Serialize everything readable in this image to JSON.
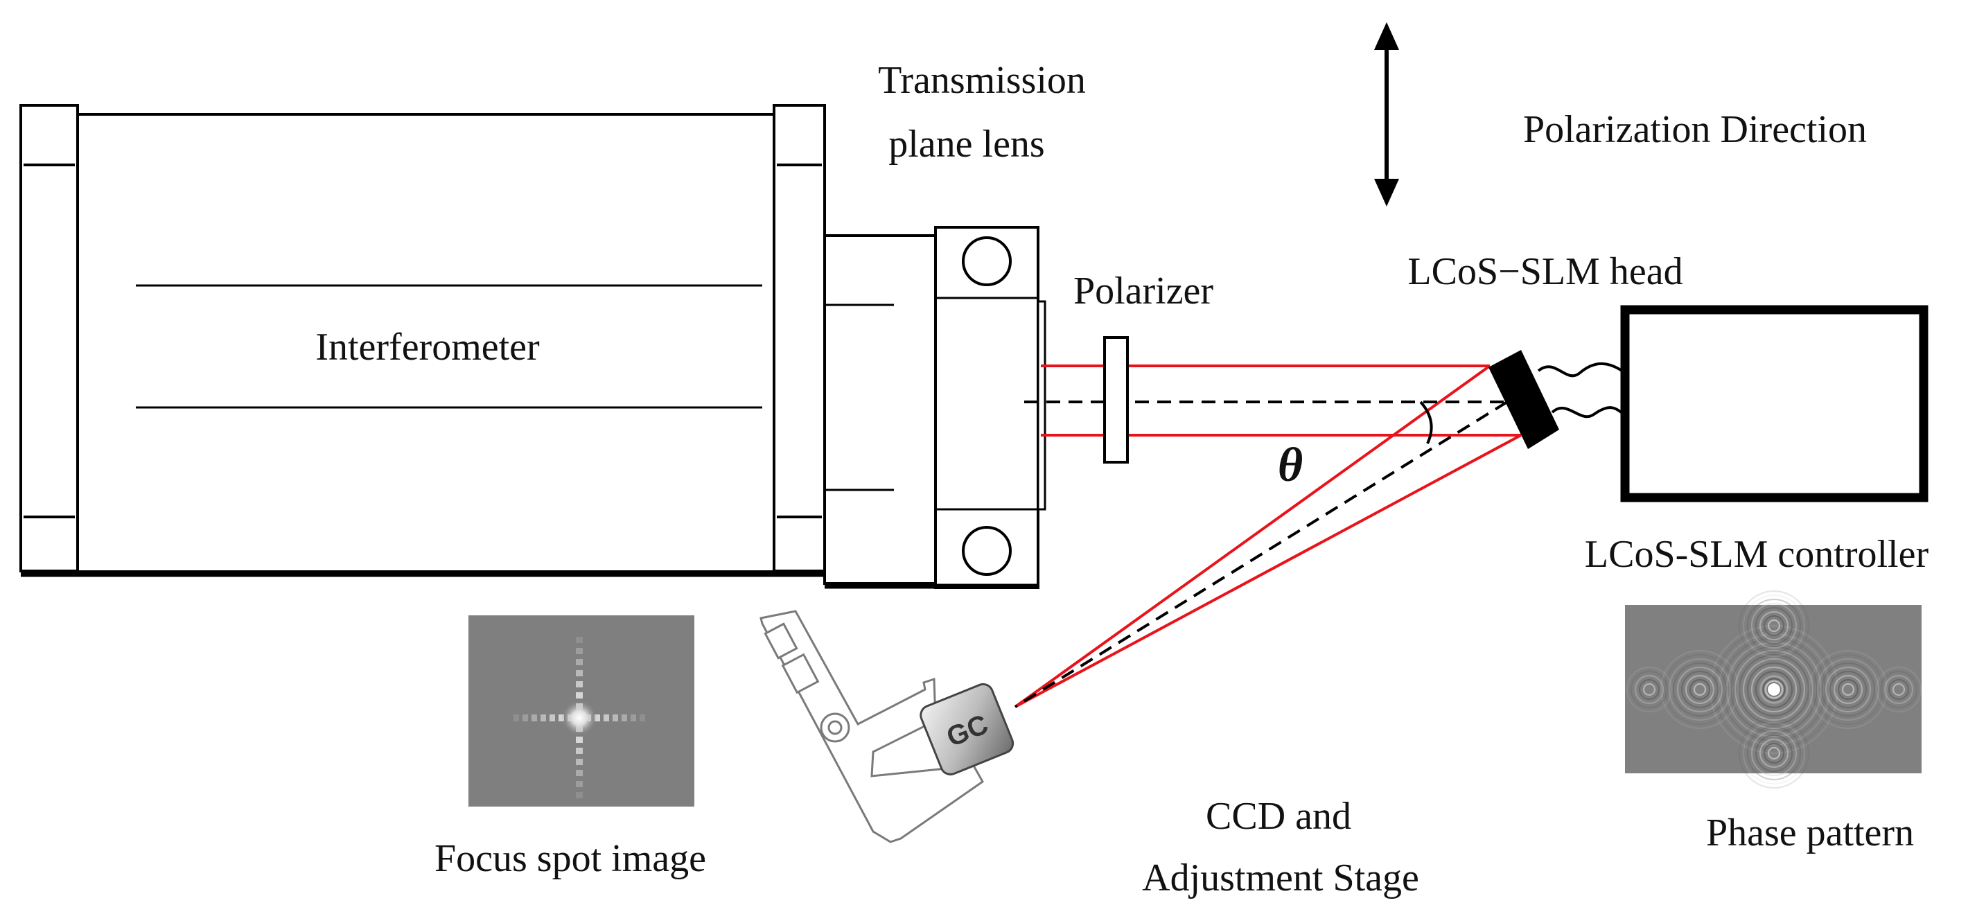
{
  "labels": {
    "interferometer": "Interferometer",
    "transmission_line1": "Transmission",
    "transmission_line2": "plane lens",
    "polarizer": "Polarizer",
    "polarization_direction": "Polarization Direction",
    "slm_head": "LCoS−SLM head",
    "slm_controller": "LCoS-SLM controller",
    "theta": "θ",
    "ccd_line1": "CCD and",
    "ccd_line2": "Adjustment Stage",
    "focus_spot": "Focus spot image",
    "phase_pattern": "Phase pattern"
  },
  "ccd_logo": "GC",
  "colors": {
    "beam": "#e8141b",
    "outline": "#000000",
    "image_bg": "#808080"
  }
}
